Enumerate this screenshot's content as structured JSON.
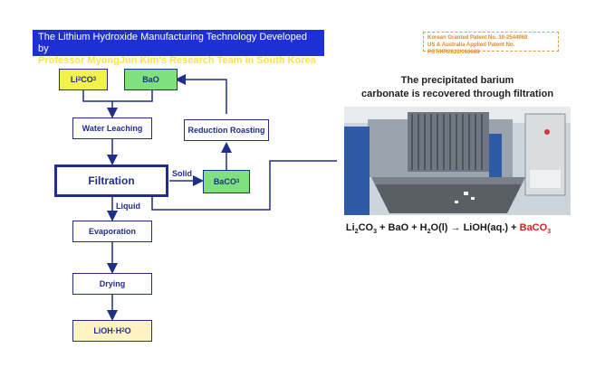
{
  "banner": {
    "line1": "The Lithium Hydroxide Manufacturing Technology Developed by",
    "line2": "Professor MyongJun Kim's Research Team in South Korea"
  },
  "patent": {
    "line1": "Korean Granted Patent No. 10-2544969",
    "line2": "US & Australia Applied Patent No. PCT/KR2022/016688"
  },
  "flow": {
    "li2co3": {
      "main": "Li",
      "sub1": "2",
      "mid": "CO",
      "sub2": "3"
    },
    "bao": "BaO",
    "water_leaching": "Water Leaching",
    "reduction_roasting": "Reduction Roasting",
    "filtration": "Filtration",
    "solid_label": "Solid",
    "liquid_label": "Liquid",
    "baco3": {
      "main": "BaCO",
      "sub": "3"
    },
    "evaporation": "Evaporation",
    "drying": "Drying",
    "lioh": {
      "main": "LiOH·H",
      "sub": "2",
      "end": "O"
    }
  },
  "caption": {
    "line1": "The precipitated barium",
    "line2": "carbonate is recovered through filtration"
  },
  "equation": {
    "p1": "Li",
    "s1": "2",
    "p2": "CO",
    "s2": "3",
    "p3": " + BaO + H",
    "s3": "2",
    "p4": "O(l) → LiOH(aq.) + ",
    "red": "BaCO",
    "red_sub": "3"
  },
  "colors": {
    "banner_bg": "#1f2fd6",
    "banner_highlight": "#ffe34a",
    "box_border": "#1f2e8a",
    "li2co3_fill": "#f2f24a",
    "bao_fill": "#7ee07e",
    "baco3_fill": "#7ee07e",
    "product_fill": "#fff3c4",
    "accent_red": "#e51d1d",
    "patent_orange": "#e08a28"
  }
}
